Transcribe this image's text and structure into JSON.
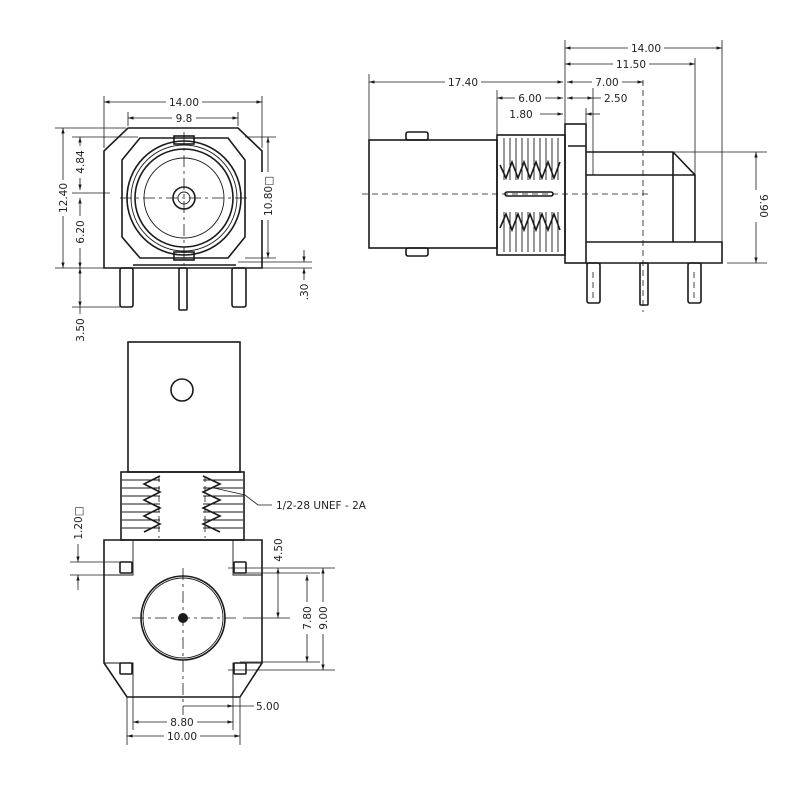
{
  "front_view": {
    "width_total": "14.00",
    "width_inner": "9.8",
    "height_total": "12.40",
    "height_upper": "4.84",
    "height_lower": "6.20",
    "pin_length": "3.50",
    "square_size": "10.80□",
    "standoff": ".30"
  },
  "side_view": {
    "length_total": "14.00",
    "length_chamfer": "11.50",
    "barrel_length": "17.40",
    "pin_offset": "7.00",
    "thread_length": "6.00",
    "flange_offset": "2.50",
    "flange_thickness": "1.80",
    "height": "9.90"
  },
  "bottom_view": {
    "thread_spec": "1/2-28 UNEF - 2A",
    "pad_size": "1.20□",
    "pin_row_offset": "4.50",
    "pin_spacing_inner": "7.80",
    "pin_spacing_outer": "9.00",
    "center_offset": "5.00",
    "pin_pitch": "8.80",
    "body_width": "10.00"
  }
}
